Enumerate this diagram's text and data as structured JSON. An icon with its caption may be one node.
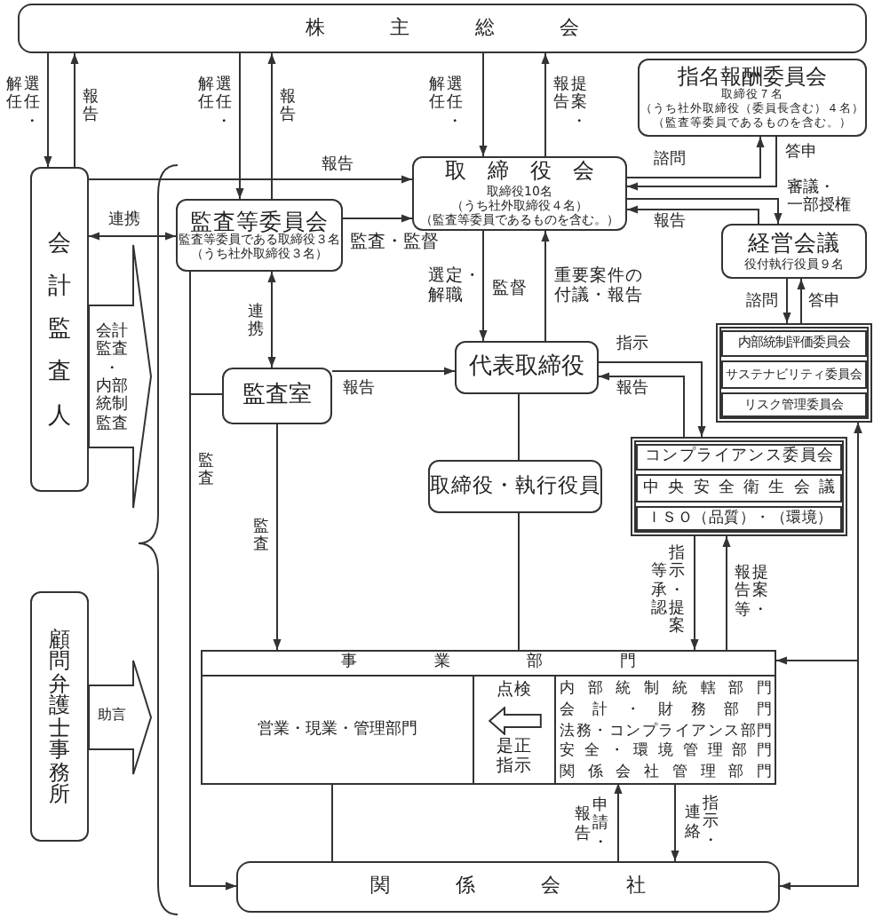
{
  "diagram": {
    "nodes": [
      {
        "text": [
          "株主総会"
        ]
      },
      {
        "text": [
          "指名報酬委員会",
          "取締役７名（うち社外取締役（委員長含む）４名）（監査等委員であるものを含む。）"
        ]
      },
      {
        "text": [
          "会計監査人"
        ]
      },
      {
        "text": [
          "取締役会",
          "取締役10名（うち社外取締役４名）（監査等委員であるものを含む。）"
        ]
      },
      {
        "text": [
          "監査等委員会",
          "監査等委員である取締役３名（うち社外取締役３名）"
        ]
      },
      {
        "text": [
          "経営会議",
          "役付執行役員９名"
        ]
      },
      {
        "text": [
          "監査室"
        ]
      },
      {
        "text": [
          "代表取締役"
        ]
      },
      {
        "text": [],
        "shape": "box"
      },
      {
        "text": [
          "内部統制評価委員会"
        ],
        "in": 8
      },
      {
        "text": [
          "サステナビリティ委員会"
        ],
        "in": 8
      },
      {
        "text": [
          "リスク管理委員会"
        ],
        "in": 8
      },
      {
        "text": [
          "取締役・執行役員"
        ]
      },
      {
        "text": [],
        "shape": "box"
      },
      {
        "text": [
          "コンプライアンス委員会"
        ],
        "in": 13
      },
      {
        "text": [
          "中央安全衛生会議"
        ],
        "in": 13
      },
      {
        "text": [
          "ＩＳＯ（品質）・（環境）"
        ],
        "in": 13
      },
      {
        "text": [
          "顧問弁護士事務所"
        ]
      },
      {
        "text": [
          "事業部門"
        ]
      },
      {
        "text": [
          "営業・現業・管理部門"
        ],
        "in": 18
      },
      {
        "text": [
          "点検",
          "是正指示"
        ],
        "in": 18
      },
      {
        "text": [
          "内部統制統轄部門",
          "会計・財務部門",
          "法務・コンプライアンス部門",
          "安全・環境管理部門",
          "関係会社管理部門"
        ],
        "in": 18
      },
      {
        "text": [
          "関係会社"
        ]
      }
    ],
    "edges": [
      {
        "from": 0,
        "to": 2,
        "arrow": "to",
        "label": "選任・解任"
      },
      {
        "from": 2,
        "to": 0,
        "arrow": "to",
        "label": "報告"
      },
      {
        "from": 0,
        "to": 4,
        "arrow": "to",
        "label": "選任・解任"
      },
      {
        "from": 4,
        "to": 0,
        "arrow": "to",
        "label": "報告"
      },
      {
        "from": 0,
        "to": 3,
        "arrow": "to",
        "label": "選任・解任"
      },
      {
        "from": 3,
        "to": 0,
        "arrow": "to",
        "label": "提案・報告"
      },
      {
        "from": 2,
        "to": 3,
        "arrow": "to",
        "label": "報告"
      },
      {
        "from": 4,
        "to": 3,
        "arrow": "to",
        "label": "監査・監督"
      },
      {
        "from": 2,
        "to": 4,
        "arrow": "both",
        "label": "連携"
      },
      {
        "from": 3,
        "to": 1,
        "arrow": "to",
        "label": "諮問"
      },
      {
        "from": 1,
        "to": 3,
        "arrow": "to",
        "label": "答申"
      },
      {
        "from": 3,
        "to": 5,
        "arrow": "to",
        "label": "審議・一部授権"
      },
      {
        "from": 5,
        "to": 3,
        "arrow": "to",
        "label": "報告"
      },
      {
        "from": 4,
        "to": 6,
        "arrow": "both",
        "label": "連携"
      },
      {
        "from": 3,
        "to": 7,
        "arrow": "to",
        "label": "選定・解職"
      },
      {
        "from": 7,
        "to": 3,
        "arrow": "to",
        "label": "重要案件の付議・報告"
      },
      {
        "from": 6,
        "to": 7,
        "arrow": "to",
        "label": "報告"
      },
      {
        "from": 5,
        "to": 8,
        "arrow": "to",
        "label": "諮問"
      },
      {
        "from": 8,
        "to": 5,
        "arrow": "to",
        "label": "答申"
      },
      {
        "from": 7,
        "to": 13,
        "arrow": "to",
        "label": "指示"
      },
      {
        "from": 13,
        "to": 7,
        "arrow": "to",
        "label": "報告"
      },
      {
        "from": 7,
        "to": 12,
        "arrow": "none"
      },
      {
        "from": 12,
        "to": 18,
        "arrow": "none"
      },
      {
        "from": 6,
        "to": 18,
        "arrow": "to",
        "label": "監査"
      },
      {
        "from": 4,
        "to": 22,
        "arrow": "to",
        "label": "監査"
      },
      {
        "from": 6,
        "to": 22,
        "arrow": "to"
      },
      {
        "from": 13,
        "to": 18,
        "arrow": "to",
        "label": "指示・提案等承認"
      },
      {
        "from": 18,
        "to": 13,
        "arrow": "to",
        "label": "提案・報告等"
      },
      {
        "from": 8,
        "to": 18,
        "arrow": "both"
      },
      {
        "from": 8,
        "to": 22,
        "arrow": "both"
      },
      {
        "from": 19,
        "to": 22,
        "arrow": "none"
      },
      {
        "from": 22,
        "to": 21,
        "arrow": "to",
        "label": "申請・報告"
      },
      {
        "from": 21,
        "to": 22,
        "arrow": "to",
        "label": "指示・連絡"
      },
      {
        "from": 2,
        "to": null,
        "arrow": "to",
        "label": "会計監査・内部統制監査"
      },
      {
        "from": 17,
        "to": null,
        "arrow": "to",
        "label": "助言"
      }
    ],
    "labels": [
      "監督"
    ]
  }
}
